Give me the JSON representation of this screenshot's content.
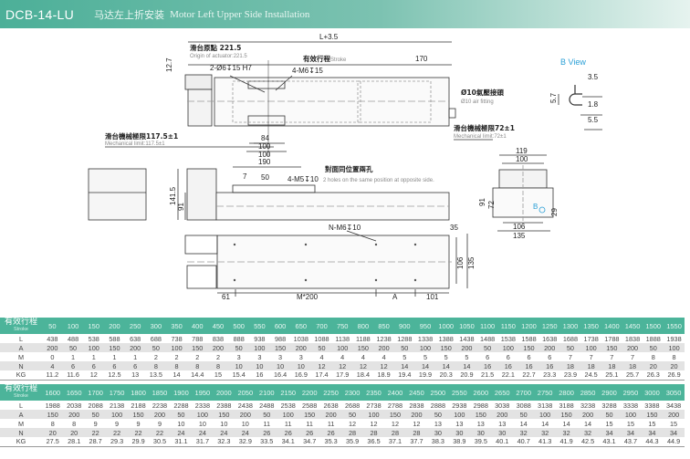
{
  "header": {
    "model": "DCB-14-LU",
    "title_cn": "马达左上折安装",
    "title_en": "Motor Left Upper Side Installation"
  },
  "drawing": {
    "top": {
      "l35": "L+3.5",
      "origin_cn": "滑台原點 221.5",
      "origin_en": "Origin of actuator:221.5",
      "stroke_cn": "有效行程",
      "stroke_en": "Stroke",
      "d170": "170",
      "pin": "2-Ø6↧15 H7",
      "m6": "4-M6↧15",
      "d127": "12.7",
      "air_cn": "Ø10氣壓接頭",
      "air_en": "Ø10 air fitting",
      "lim72_cn": "滑台機械極限72±1",
      "lim72_en": "Mechanical limit:72±1",
      "lim117_cn": "滑台機械極限117.5±1",
      "lim117_en": "Mechanical limit:117.5±1",
      "d84": "84",
      "d100a": "100",
      "d100b": "100",
      "d190": "190"
    },
    "side": {
      "d7": "7",
      "d50": "50",
      "m5": "4-M5↧10",
      "holes_cn": "對面同位置兩孔",
      "holes_en": "2 holes on the same position at opposite side.",
      "d1415": "141.5",
      "d91": "91"
    },
    "bottom": {
      "nm6": "N-M6↧10",
      "d35": "35",
      "d106": "106",
      "d135": "135",
      "d61": "61",
      "m200": "M*200",
      "a": "A",
      "d101": "101"
    },
    "end": {
      "d119": "119",
      "d100": "100",
      "d91": "91",
      "d72": "72",
      "b": "B",
      "d29": "29",
      "d106": "106",
      "d135": "135"
    },
    "bview": {
      "title": "B View",
      "d35": "3.5",
      "d57": "5.7",
      "d18": "1.8",
      "d55": "5.5"
    }
  },
  "colors": {
    "accent": "#4cb49a",
    "bview": "#2a9fd6"
  },
  "tables": [
    {
      "label_cn": "有效行程",
      "label_en": "Stroke",
      "stroke": [
        "50",
        "100",
        "150",
        "200",
        "250",
        "300",
        "350",
        "400",
        "450",
        "500",
        "550",
        "600",
        "650",
        "700",
        "750",
        "800",
        "850",
        "900",
        "950",
        "1000",
        "1050",
        "1100",
        "1150",
        "1200",
        "1250",
        "1300",
        "1350",
        "1400",
        "1450",
        "1500",
        "1550"
      ],
      "rows": [
        {
          "name": "L",
          "values": [
            "438",
            "488",
            "538",
            "588",
            "638",
            "688",
            "738",
            "788",
            "838",
            "888",
            "938",
            "988",
            "1038",
            "1088",
            "1138",
            "1188",
            "1238",
            "1288",
            "1338",
            "1388",
            "1438",
            "1488",
            "1538",
            "1588",
            "1638",
            "1688",
            "1738",
            "1788",
            "1838",
            "1888",
            "1938"
          ]
        },
        {
          "name": "A",
          "values": [
            "200",
            "50",
            "100",
            "150",
            "200",
            "50",
            "100",
            "150",
            "200",
            "50",
            "100",
            "150",
            "200",
            "50",
            "100",
            "150",
            "200",
            "50",
            "100",
            "150",
            "200",
            "50",
            "100",
            "150",
            "200",
            "50",
            "100",
            "150",
            "200",
            "50",
            "100"
          ]
        },
        {
          "name": "M",
          "values": [
            "0",
            "1",
            "1",
            "1",
            "1",
            "2",
            "2",
            "2",
            "2",
            "3",
            "3",
            "3",
            "3",
            "4",
            "4",
            "4",
            "4",
            "5",
            "5",
            "5",
            "5",
            "6",
            "6",
            "6",
            "6",
            "7",
            "7",
            "7",
            "7",
            "8",
            "8"
          ]
        },
        {
          "name": "N",
          "values": [
            "4",
            "6",
            "6",
            "6",
            "6",
            "8",
            "8",
            "8",
            "8",
            "10",
            "10",
            "10",
            "10",
            "12",
            "12",
            "12",
            "12",
            "14",
            "14",
            "14",
            "14",
            "16",
            "16",
            "16",
            "16",
            "18",
            "18",
            "18",
            "18",
            "20",
            "20"
          ]
        },
        {
          "name": "KG",
          "values": [
            "11.2",
            "11.6",
            "12",
            "12.5",
            "13",
            "13.5",
            "14",
            "14.4",
            "15",
            "15.4",
            "16",
            "16.4",
            "16.9",
            "17.4",
            "17.9",
            "18.4",
            "18.9",
            "19.4",
            "19.9",
            "20.3",
            "20.9",
            "21.5",
            "22.1",
            "22.7",
            "23.3",
            "23.9",
            "24.5",
            "25.1",
            "25.7",
            "26.3",
            "26.9"
          ]
        }
      ]
    },
    {
      "label_cn": "有效行程",
      "label_en": "Stroke",
      "stroke": [
        "1600",
        "1650",
        "1700",
        "1750",
        "1800",
        "1850",
        "1900",
        "1950",
        "2000",
        "2050",
        "2100",
        "2150",
        "2200",
        "2250",
        "2300",
        "2350",
        "2400",
        "2450",
        "2500",
        "2550",
        "2600",
        "2650",
        "2700",
        "2750",
        "2800",
        "2850",
        "2900",
        "2950",
        "3000",
        "3050"
      ],
      "rows": [
        {
          "name": "L",
          "values": [
            "1988",
            "2038",
            "2088",
            "2138",
            "2188",
            "2238",
            "2288",
            "2338",
            "2388",
            "2438",
            "2488",
            "2538",
            "2588",
            "2638",
            "2688",
            "2738",
            "2788",
            "2838",
            "2888",
            "2938",
            "2988",
            "3038",
            "3088",
            "3138",
            "3188",
            "3238",
            "3288",
            "3338",
            "3388",
            "3438"
          ]
        },
        {
          "name": "A",
          "values": [
            "150",
            "200",
            "50",
            "100",
            "150",
            "200",
            "50",
            "100",
            "150",
            "200",
            "50",
            "100",
            "150",
            "200",
            "50",
            "100",
            "150",
            "200",
            "50",
            "100",
            "150",
            "200",
            "50",
            "100",
            "150",
            "200",
            "50",
            "100",
            "150",
            "200"
          ]
        },
        {
          "name": "M",
          "values": [
            "8",
            "8",
            "9",
            "9",
            "9",
            "9",
            "10",
            "10",
            "10",
            "10",
            "11",
            "11",
            "11",
            "11",
            "12",
            "12",
            "12",
            "12",
            "13",
            "13",
            "13",
            "13",
            "14",
            "14",
            "14",
            "14",
            "15",
            "15",
            "15",
            "15"
          ]
        },
        {
          "name": "N",
          "values": [
            "20",
            "20",
            "22",
            "22",
            "22",
            "22",
            "24",
            "24",
            "24",
            "24",
            "26",
            "26",
            "26",
            "26",
            "28",
            "28",
            "28",
            "28",
            "30",
            "30",
            "30",
            "30",
            "32",
            "32",
            "32",
            "32",
            "34",
            "34",
            "34",
            "34"
          ]
        },
        {
          "name": "KG",
          "values": [
            "27.5",
            "28.1",
            "28.7",
            "29.3",
            "29.9",
            "30.5",
            "31.1",
            "31.7",
            "32.3",
            "32.9",
            "33.5",
            "34.1",
            "34.7",
            "35.3",
            "35.9",
            "36.5",
            "37.1",
            "37.7",
            "38.3",
            "38.9",
            "39.5",
            "40.1",
            "40.7",
            "41.3",
            "41.9",
            "42.5",
            "43.1",
            "43.7",
            "44.3",
            "44.9"
          ]
        }
      ]
    }
  ]
}
